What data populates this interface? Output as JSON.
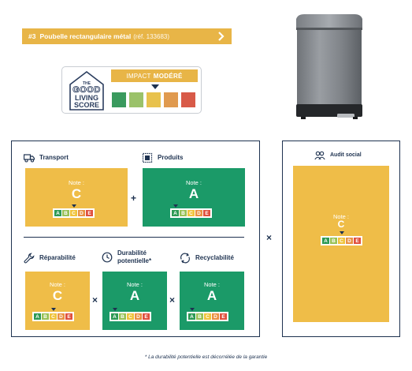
{
  "header": {
    "number": "#3",
    "title": "Poubelle rectangulaire métal",
    "reference": "(réf. 133683)"
  },
  "score_badge": {
    "logo_lines": [
      "THE",
      "GOOD",
      "LIVING",
      "SCORE"
    ],
    "impact_label": "IMPACT",
    "impact_value": "MODÉRÉ",
    "scale_colors": [
      "#3a9a5e",
      "#9bc26a",
      "#e8c24d",
      "#e09a4f",
      "#d85a48"
    ],
    "selected_index": 2
  },
  "scale_letters": [
    "A",
    "B",
    "C",
    "D",
    "E"
  ],
  "scale_colors": {
    "A": "#2d9a55",
    "B": "#98c155",
    "C": "#f0c43c",
    "D": "#e99142",
    "E": "#e0503e"
  },
  "criteria": {
    "transport": {
      "label": "Transport",
      "note_label": "Note :",
      "note": "C",
      "icon": "truck-icon"
    },
    "produits": {
      "label": "Produits",
      "note_label": "Note :",
      "note": "A",
      "icon": "stamp-icon"
    },
    "reparabilite": {
      "label": "Réparabilité",
      "note_label": "Note :",
      "note": "C",
      "icon": "wrench-icon"
    },
    "durabilite": {
      "label": "Durabilité potentielle*",
      "note_label": "Note :",
      "note": "A",
      "icon": "clock-icon"
    },
    "recyclabilite": {
      "label": "Recyclabilité",
      "note_label": "Note :",
      "note": "A",
      "icon": "recycle-icon"
    },
    "audit": {
      "label": "Audit social",
      "note_label": "Note :",
      "note": "C",
      "icon": "people-icon"
    }
  },
  "operators": {
    "plus": "+",
    "times": "×"
  },
  "footnote": "* La durabilité potentielle est décorrélée de la garantie"
}
